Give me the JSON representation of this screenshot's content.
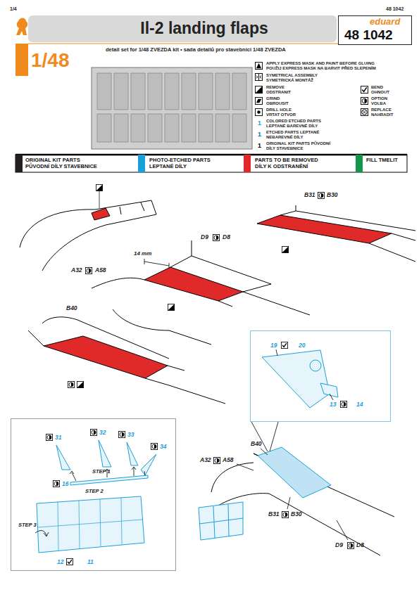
{
  "diagram": {
    "title": "Il-2 landing flaps",
    "nodes": [
      {
        "text": [
          "eduard",
          "48 1042"
        ]
      },
      {
        "text": [
          "1/48"
        ]
      },
      {
        "text": [
          "19",
          "20",
          "13",
          "14"
        ]
      },
      {
        "text": [
          "31",
          "32",
          "33",
          "34",
          "16",
          "STEP 1",
          "STEP 2",
          "STEP 3",
          "12",
          "11"
        ]
      }
    ],
    "labels": [
      "1/4",
      "48 1042",
      "detail set for 1/48 ZVEZDA kit • sada detailů pro stavebnici 1/48 ZVEZDA",
      "1",
      "1",
      "1",
      "B31",
      "B30",
      "D9",
      "D8",
      "14 mm",
      "A32",
      "A58",
      "B40",
      "B40",
      "A32",
      "A58",
      "B31",
      "B30",
      "D9",
      "D8"
    ],
    "legend": [
      {
        "text": "APPLY EXPRESS MASK AND PAINT BEFORE GLUING POUŽIJ EXPRESS MASK NA BARVIT PŘED SLEPENÍM"
      },
      {
        "text": "SYMETRICAL ASSEMBLY SYMETRICKÁ MONTÁŽ"
      },
      {
        "text": "REMOVE ODSTRANIT"
      },
      {
        "text": "BEND OHNOUT"
      },
      {
        "text": "GRIND OBROUSIT"
      },
      {
        "text": "OPTION VOLBA"
      },
      {
        "text": "DRILL HOLE VRTAT OTVOR"
      },
      {
        "text": "REPLACE NAHRADIT"
      },
      {
        "text": "COLORED ETCHED PARTS LEPTANÉ BAREVNÉ DÍLY"
      },
      {
        "text": "ETCHED PARTS LEPTANÉ NEBAREVNÉ DÍLY"
      },
      {
        "text": "ORIGINAL KIT PARTS PŮVODNÍ DÍLY STAVEBNICE"
      },
      {
        "text": "ORIGINAL KIT PARTS PŮVODNÍ DÍLY STAVEBNICE",
        "color": "#231f20"
      },
      {
        "text": "PHOTO-ETCHED PARTS LEPTANÉ DÍLY",
        "color": "#1aa0d8"
      },
      {
        "text": "PARTS TO BE REMOVED DÍLY K ODSTRANĚNÍ",
        "color": "#e02a2a"
      },
      {
        "text": "FILL TMELIT",
        "color": "#13964a"
      }
    ]
  }
}
